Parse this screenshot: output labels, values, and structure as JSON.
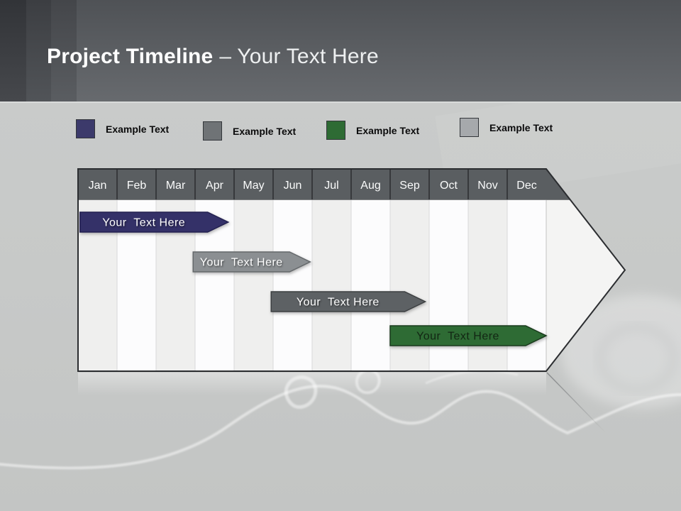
{
  "header": {
    "title_bold": "Project Timeline",
    "title_rest": "– Your Text Here"
  },
  "legend": [
    {
      "label": "Example Text",
      "color": "#3c3a6b"
    },
    {
      "label": "Example Text",
      "color": "#6f7376"
    },
    {
      "label": "Example Text",
      "color": "#2e6b34"
    },
    {
      "label": "Example Text",
      "color": "#a6a9ac"
    }
  ],
  "chart_data": {
    "type": "gantt",
    "title": "Project Timeline",
    "categories": [
      "Jan",
      "Feb",
      "Mar",
      "Apr",
      "May",
      "Jun",
      "Jul",
      "Aug",
      "Sep",
      "Oct",
      "Nov",
      "Dec"
    ],
    "axis": "months",
    "legend_position": "top",
    "header_fill": "#5a5e61",
    "header_separator": "#37393c",
    "column_colors": [
      "#efefee",
      "#fcfcfd"
    ],
    "column_separator": "#d9d9d9",
    "arrow_fill": "#f4f4f3",
    "outline_color": "#2b2d30",
    "bars": [
      {
        "label": "Your  Text Here",
        "row": 0,
        "start_month": 0.05,
        "end_month": 3.85,
        "fill": "#343168",
        "stroke": "#232150",
        "text_color": "#ffffff"
      },
      {
        "label": "Your  Text Here",
        "row": 1,
        "start_month": 2.95,
        "end_month": 5.95,
        "fill": "#8b8f92",
        "stroke": "#64686b",
        "text_color": "#ffffff"
      },
      {
        "label": "Your  Text Here",
        "row": 2,
        "start_month": 4.95,
        "end_month": 8.9,
        "fill": "#5d6164",
        "stroke": "#3d4042",
        "text_color": "#ffffff"
      },
      {
        "label": "Your  Text Here",
        "row": 3,
        "start_month": 8.0,
        "end_month": 12.0,
        "fill": "#2e6b34",
        "stroke": "#193a1c",
        "text_color": "#122613"
      }
    ]
  }
}
